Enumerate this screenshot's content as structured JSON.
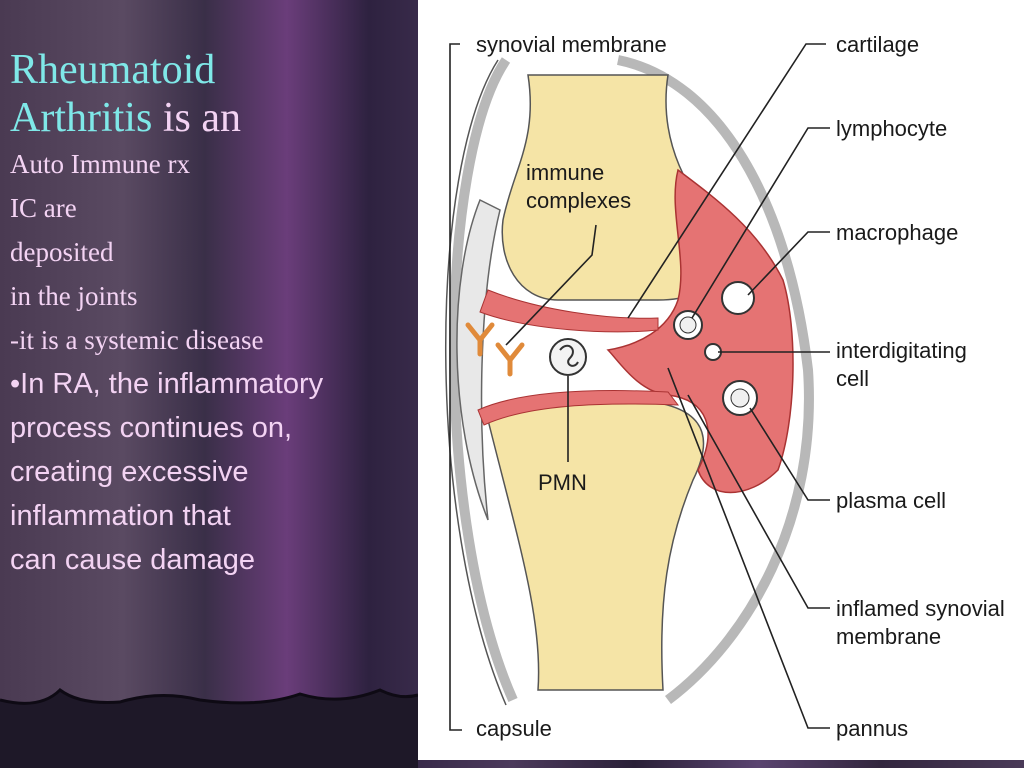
{
  "slide": {
    "title_part1": "Rheumatoid",
    "title_part2": "Arthritis",
    "title_part3": "is an",
    "lines_serif": [
      "Auto Immune rx",
      "IC are",
      "deposited",
      "in the joints",
      "-it is a systemic disease"
    ],
    "lines_sans": [
      "•In RA, the inflammatory",
      " process continues on,",
      " creating excessive",
      " inflammation that",
      "can cause damage"
    ]
  },
  "diagram": {
    "labels": {
      "synovial_membrane": "synovial membrane",
      "cartilage": "cartilage",
      "lymphocyte": "lymphocyte",
      "immune": "immune",
      "complexes": "complexes",
      "macrophage": "macrophage",
      "interdigitating": "interdigitating",
      "cell": "cell",
      "plasma_cell": "plasma cell",
      "pmn": "PMN",
      "inflamed_synovial": "inflamed synovial",
      "membrane": "membrane",
      "capsule": "capsule",
      "pannus": "pannus"
    }
  },
  "colors": {
    "bone": "#f5e4a6",
    "synovium": "#e57373",
    "title_cyan": "#7fe8e8",
    "text_pink": "#f3d3f3",
    "background_purple": "#2a2238"
  }
}
